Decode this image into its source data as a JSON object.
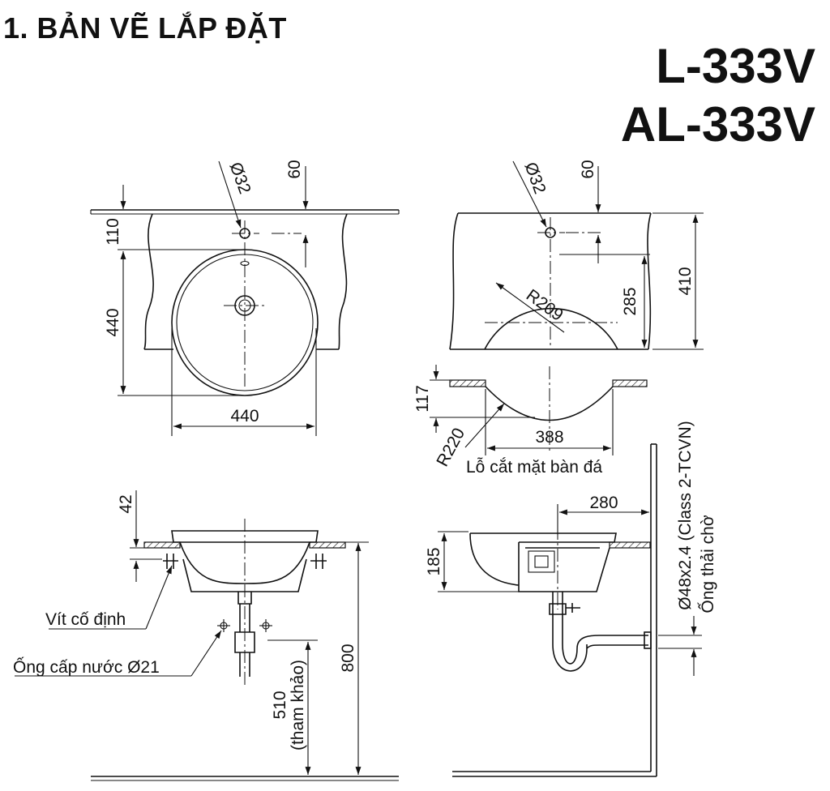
{
  "title": "1. BẢN VẼ LẮP ĐẶT",
  "models": [
    "L-333V",
    "AL-333V"
  ],
  "top_view": {
    "hole_dia": "Ø32",
    "dim_60": "60",
    "dim_110": "110",
    "dim_440_vertical": "440",
    "dim_440_horizontal": "440"
  },
  "cutout_view": {
    "hole_dia": "Ø32",
    "dim_60": "60",
    "radius": "R209",
    "dim_285": "285",
    "dim_410": "410"
  },
  "section_view": {
    "dim_117": "117",
    "radius": "R220",
    "dim_388": "388",
    "cutout_label": "Lỗ cắt mặt bàn đá"
  },
  "front_install": {
    "dim_42": "42",
    "screw_label": "Vít cố định",
    "water_pipe_label": "Ống cấp nước Ø21",
    "dim_800": "800",
    "dim_510": "510",
    "dim_510_note": "(tham khảo)"
  },
  "side_install": {
    "dim_280": "280",
    "dim_185": "185",
    "drain_spec": "Ø48x2.4 (Class 2-TCVN)",
    "drain_label": "Ống thải chờ"
  }
}
